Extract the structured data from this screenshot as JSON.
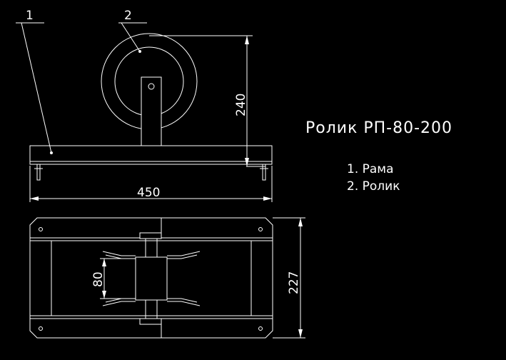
{
  "title": "Ролик РП-80-200",
  "legend": [
    "1. Рама",
    "2. Ролик"
  ],
  "callouts": [
    "1",
    "2"
  ],
  "dimensions": {
    "height": "240",
    "width": "450",
    "depth": "227",
    "roller_width": "80"
  },
  "colors": {
    "background": "#000000",
    "lines": "#ffffff"
  }
}
